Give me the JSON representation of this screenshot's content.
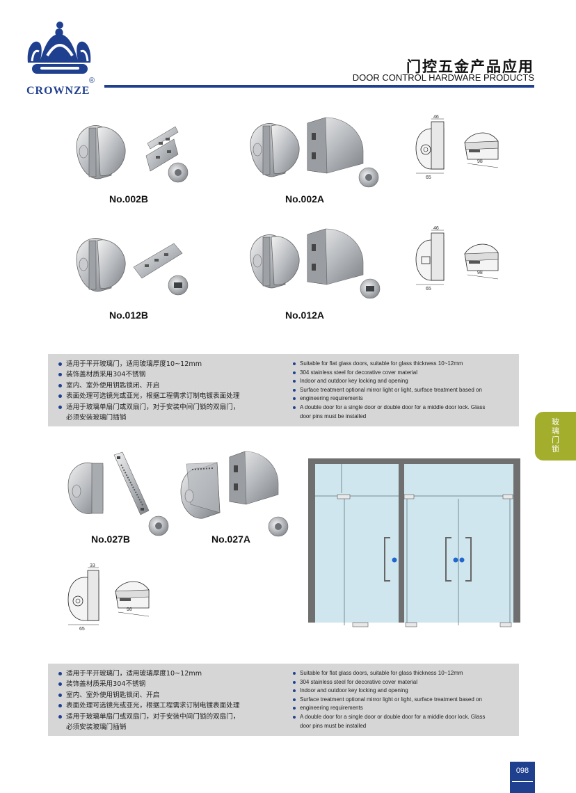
{
  "brand": {
    "name": "CROWNZE",
    "reg_mark": "®"
  },
  "header": {
    "title_cn": "门控五金产品应用",
    "title_en": "DOOR CONTROL HARDWARE PRODUCTS"
  },
  "products": [
    {
      "model": "No.002B"
    },
    {
      "model": "No.002A"
    },
    {
      "model": "No.012B"
    },
    {
      "model": "No.012A"
    },
    {
      "model": "No.027B"
    },
    {
      "model": "No.027A"
    }
  ],
  "dims": {
    "d002": {
      "top": "46",
      "side": "65",
      "depth": "98"
    },
    "d012": {
      "top": "46",
      "side": "65",
      "depth": "98"
    },
    "d027": {
      "top": "33",
      "side": "65",
      "depth": "98"
    }
  },
  "specs": {
    "cn": [
      "适用于平开玻璃门，适用玻璃厚度10~12mm",
      "装饰盖材质采用304不锈钢",
      "室内、室外使用钥匙锁闭、开启",
      "表面处理可选镜光或亚光，根据工程需求订制电镀表面处理",
      "适用于玻璃单扇门或双扇门，对于安装中间门锁的双扇门，",
      "必须安装玻璃门插销"
    ],
    "en": [
      "Suitable for flat glass doors, suitable for glass thickness 10~12mm",
      "304 stainless steel for decorative cover material",
      "Indoor and outdoor key locking and opening",
      "Surface treatment optional mirror light or light, surface treatment based on",
      "engineering requirements",
      "A double door for a single door or double door for a middle door lock. Glass",
      "door pins must be installed"
    ]
  },
  "side_tab": {
    "chars": [
      "玻",
      "璃",
      "门",
      "锁"
    ]
  },
  "page_number": "098",
  "colors": {
    "brand_blue": "#1f3f8f",
    "tab_green": "#a3ae2d",
    "spec_bg": "#d6d6d6",
    "glass": "#cfe6ee"
  }
}
